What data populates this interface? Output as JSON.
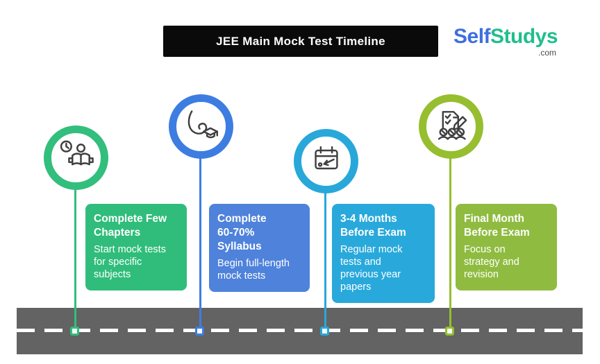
{
  "header": {
    "banner_title": "JEE Main Mock Test Timeline",
    "banner_bg": "#0a0a0a"
  },
  "logo": {
    "part1": "Self",
    "part2": "Studys",
    "suffix": ".com",
    "part1_color": "#3e6ee0",
    "part2_color": "#21be8c"
  },
  "milestones": [
    {
      "icon": "reading-clock-icon",
      "accent_color": "#32be7c",
      "card_color": "#30bd7b",
      "title": "Complete Few\nChapters",
      "description": "Start mock tests\nfor specific\nsubjects"
    },
    {
      "icon": "arm-graduation-cap-icon",
      "accent_color": "#3d7de2",
      "card_color": "#4e82db",
      "title": "Complete\n60-70%\nSyllabus",
      "description": "Begin full-length\nmock tests"
    },
    {
      "icon": "calendar-deadline-icon",
      "accent_color": "#28a8da",
      "card_color": "#29a9db",
      "title": "3-4 Months\nBefore Exam",
      "description": "Regular mock\ntests and\nprevious year\npapers"
    },
    {
      "icon": "exam-checklist-icon",
      "accent_color": "#96be2f",
      "card_color": "#8fbc40",
      "title": "Final Month\nBefore Exam",
      "description": "Focus on\nstrategy and\nrevision"
    }
  ],
  "road": {
    "bg": "#636363",
    "lane_line_color": "#ffffff"
  }
}
